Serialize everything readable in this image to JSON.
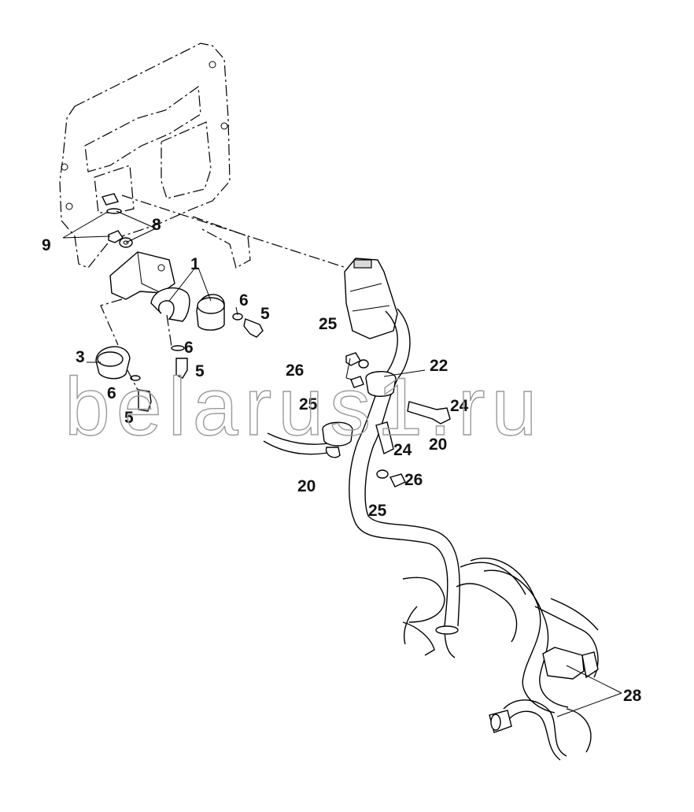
{
  "watermark": "belarus1.ru",
  "corner_mark": "",
  "callouts": [
    {
      "id": "c9",
      "text": "9"
    },
    {
      "id": "c8",
      "text": "8"
    },
    {
      "id": "c1",
      "text": "1"
    },
    {
      "id": "c6a",
      "text": "6"
    },
    {
      "id": "c5a",
      "text": "5"
    },
    {
      "id": "c3",
      "text": "3"
    },
    {
      "id": "c6b",
      "text": "6"
    },
    {
      "id": "c5b",
      "text": "5"
    },
    {
      "id": "c6c",
      "text": "6"
    },
    {
      "id": "c5c",
      "text": "5"
    },
    {
      "id": "c25a",
      "text": "25"
    },
    {
      "id": "c26a",
      "text": "26"
    },
    {
      "id": "c22",
      "text": "22"
    },
    {
      "id": "c25b",
      "text": "25"
    },
    {
      "id": "c24a",
      "text": "24"
    },
    {
      "id": "c20a",
      "text": "20"
    },
    {
      "id": "c24b",
      "text": "24"
    },
    {
      "id": "c20b",
      "text": "20"
    },
    {
      "id": "c26b",
      "text": "26"
    },
    {
      "id": "c25c",
      "text": "25"
    },
    {
      "id": "c28",
      "text": "28"
    }
  ]
}
